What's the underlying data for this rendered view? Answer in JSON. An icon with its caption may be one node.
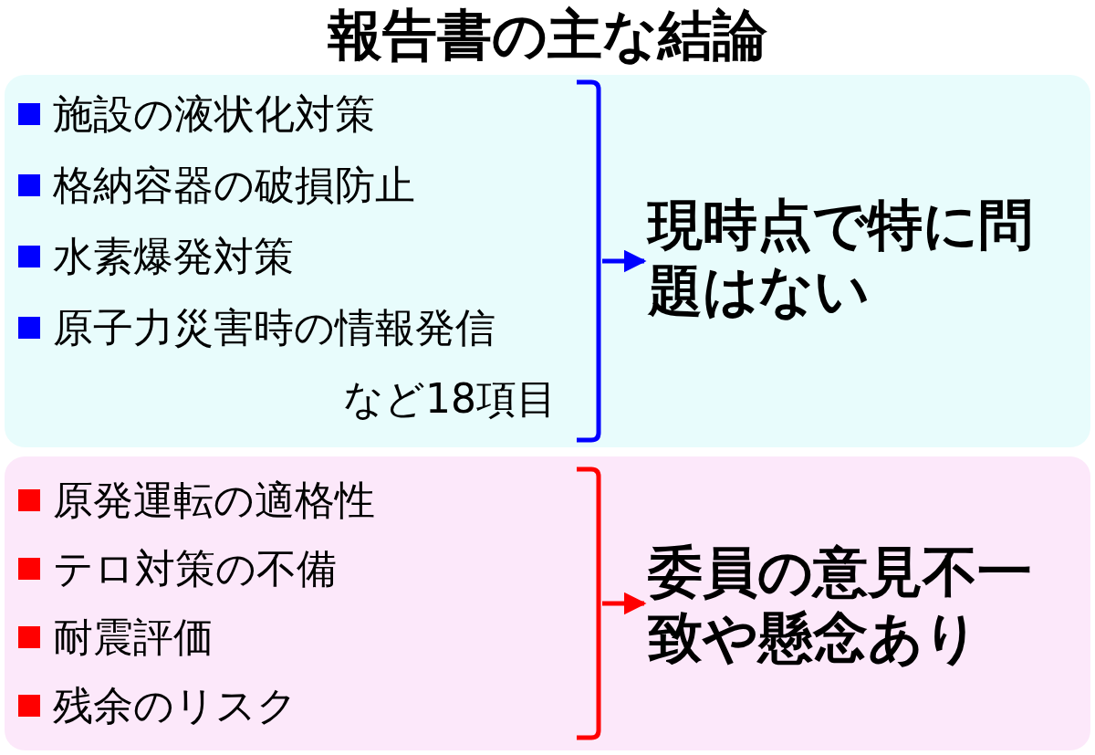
{
  "diagram": {
    "title": "報告書の主な結論",
    "nodes": [
      {
        "text": [],
        "shape": "box"
      },
      {
        "text": [
          "施設の液状化対策",
          "格納容器の破損防止",
          "水素爆発対策",
          "原子力災害時の情報発信",
          "など18項目"
        ],
        "in": 0
      },
      {
        "text": [
          "現時点で特に問題はない"
        ],
        "in": 0
      },
      {
        "text": [],
        "shape": "box"
      },
      {
        "text": [
          "原発運転の適格性",
          "テロ対策の不備",
          "耐震評価",
          "残余のリスク"
        ],
        "in": 3
      },
      {
        "text": [
          "委員の意見不一致や懸念あり"
        ],
        "in": 3
      }
    ],
    "edges": [
      {
        "from": 1,
        "to": 2,
        "arrow": "to",
        "color": "#0000ff"
      },
      {
        "from": 4,
        "to": 5,
        "arrow": "to",
        "color": "#ff0000"
      }
    ]
  }
}
